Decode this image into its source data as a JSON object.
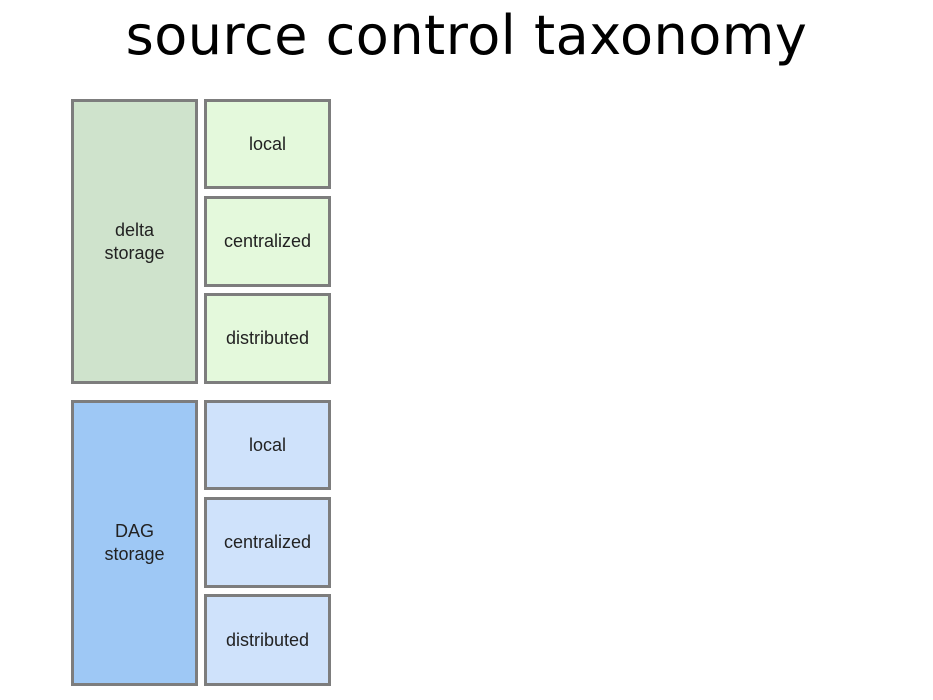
{
  "title": "source control taxonomy",
  "groups": [
    {
      "label": "delta\nstorage",
      "color": "#cfe3cc",
      "sub_color": "#e4f9dc",
      "items": [
        {
          "label": "local"
        },
        {
          "label": "centralized"
        },
        {
          "label": "distributed"
        }
      ]
    },
    {
      "label": "DAG\nstorage",
      "color": "#9ec8f5",
      "sub_color": "#cfe2fb",
      "items": [
        {
          "label": "local"
        },
        {
          "label": "centralized"
        },
        {
          "label": "distributed"
        }
      ]
    }
  ]
}
